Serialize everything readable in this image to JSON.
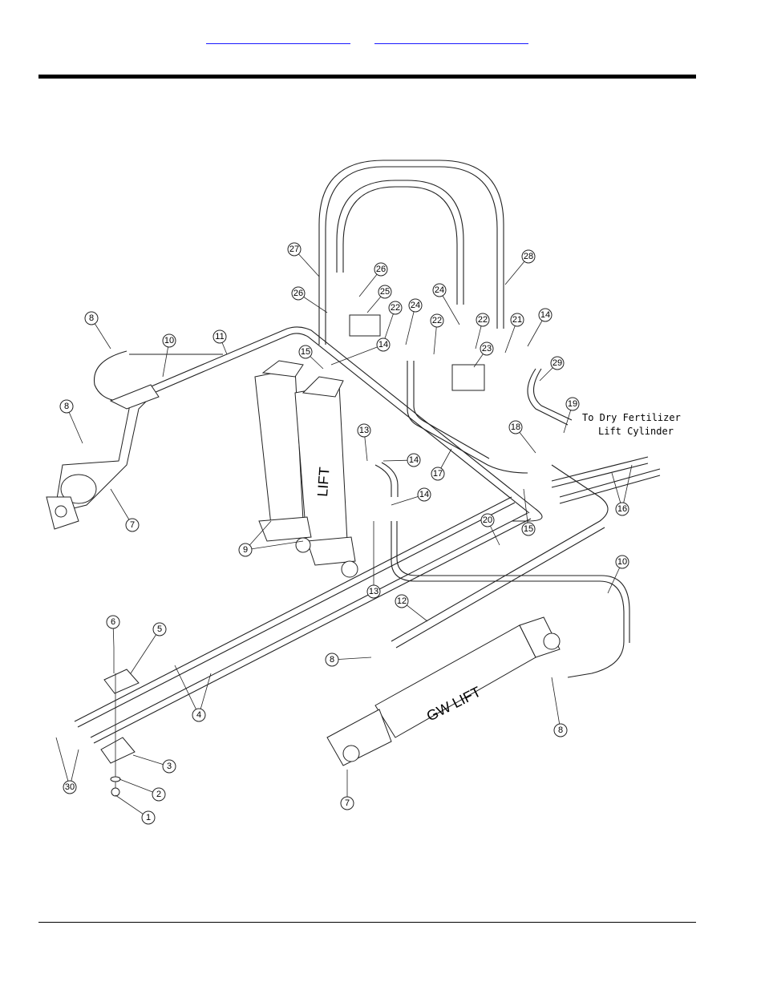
{
  "nav": {
    "link_1": "",
    "link_2": ""
  },
  "diagram": {
    "callouts": [
      "1",
      "2",
      "3",
      "4",
      "5",
      "6",
      "7",
      "8",
      "9",
      "10",
      "11",
      "12",
      "13",
      "14",
      "15",
      "16",
      "17",
      "18",
      "19",
      "20",
      "21",
      "22",
      "23",
      "24",
      "25",
      "26",
      "27",
      "28",
      "29",
      "30"
    ],
    "note": {
      "line1": "To Dry Fertilizer",
      "line2": "Lift Cylinder"
    },
    "cylinder_labels": {
      "lift": "LIFT",
      "gw_lift": "GW LIFT"
    }
  }
}
